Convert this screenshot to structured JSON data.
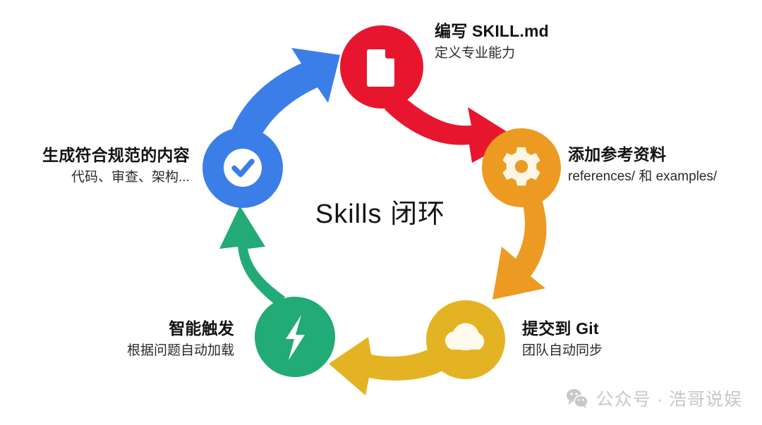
{
  "diagram": {
    "center_title": "Skills 闭环",
    "background_color": "#ffffff",
    "nodes": [
      {
        "id": "write-skill",
        "icon": "document-icon",
        "color": "#E8152F",
        "title": "编写 SKILL.md",
        "subtitle": "定义专业能力"
      },
      {
        "id": "add-reference",
        "icon": "gear-icon",
        "color": "#EC9A21",
        "title": "添加参考资料",
        "subtitle": "references/ 和 examples/"
      },
      {
        "id": "commit-git",
        "icon": "cloud-upload-icon",
        "color": "#E3B324",
        "title": "提交到 Git",
        "subtitle": "团队自动同步"
      },
      {
        "id": "smart-trigger",
        "icon": "lightning-bolt-icon",
        "color": "#22AA77",
        "title": "智能触发",
        "subtitle": "根据问题自动加载"
      },
      {
        "id": "generate-content",
        "icon": "check-circle-icon",
        "color": "#3B7EE8",
        "title": "生成符合规范的内容",
        "subtitle": "代码、审查、架构..."
      }
    ],
    "arrows": [
      {
        "id": "arrow-write-to-reference",
        "color": "#E8152F",
        "from": "write-skill",
        "to": "add-reference"
      },
      {
        "id": "arrow-reference-to-commit",
        "color": "#EC9A21",
        "from": "add-reference",
        "to": "commit-git"
      },
      {
        "id": "arrow-commit-to-trigger",
        "color": "#E3B324",
        "from": "commit-git",
        "to": "smart-trigger"
      },
      {
        "id": "arrow-trigger-to-generate",
        "color": "#22AA77",
        "from": "smart-trigger",
        "to": "generate-content"
      },
      {
        "id": "arrow-generate-to-write",
        "color": "#3B7EE8",
        "from": "generate-content",
        "to": "write-skill"
      }
    ]
  },
  "watermark": {
    "icon": "wechat-icon",
    "text": "公众号 · 浩哥说娱",
    "color": "#c6c8ca"
  }
}
